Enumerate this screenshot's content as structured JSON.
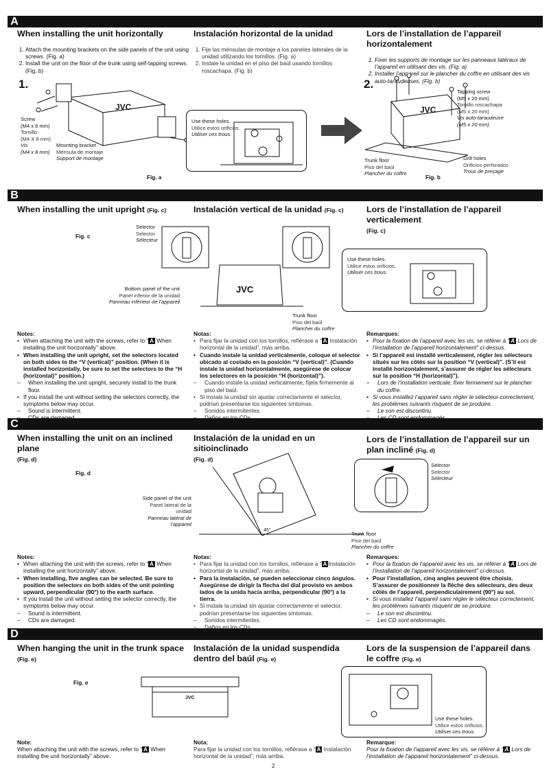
{
  "sections": {
    "A": {
      "badge": "A",
      "en": {
        "title": "When installing the unit horizontally",
        "s1": "Attach the mounting brackets on the side panels of the unit using screws. (Fig. a)",
        "s2": "Install the unit on the floor of the trunk using self-tapping screws. (Fig. b)"
      },
      "es": {
        "title": "Instalación horizontal de la unidad",
        "s1": "Fije las ménsulas de montaje a los paneles laterales de la unidad utilizando los tornillos. (Fig. a)",
        "s2": "Instale la unidad en el piso del baúl usando tornillos roscachapa. (Fig. b)"
      },
      "fr": {
        "title": "Lors de l’installation de l’appareil horizontalement",
        "s1": "Fixer les supports de montage sur les panneaux latéraux de l’appareil en utilisant des vis. (Fig. a)",
        "s2": "Installer l’appareil sur le plancher du coffre en utilisant des vis auto-taraudeuses. (Fig. b)"
      },
      "step1": "1.",
      "step2": "2.",
      "screw": {
        "en": "Screw",
        "size": "(M4 x 8 mm)",
        "es": "Tornillo",
        "es_size": "(M4 X 8 mm)",
        "fr": "Vis",
        "fr_size": "(M4 x 8 mm)"
      },
      "bracket": {
        "en": "Mounting bracket",
        "es": "Ménsula de montaje",
        "fr": "Support de montage"
      },
      "holes": {
        "en": "Use these holes.",
        "es": "Utilice estos orificios.",
        "fr": "Utiliser ces trous."
      },
      "tapping": {
        "en": "Tapping screw",
        "size": "(M5 x 20 mm)",
        "es": "Tornillo roscachapa",
        "es_size": "(M5 x 20 mm)",
        "fr": "Vis auto-taraudeuse",
        "fr_size": "(M5 x 20 mm)"
      },
      "floor": {
        "en": "Trunk floor",
        "es": "Piso del baúl",
        "fr": "Plancher du coffre"
      },
      "drill": {
        "en": "Drill holes",
        "es": "Orificios perforados",
        "fr": "Trous de preçage"
      },
      "fig_a": "Fig. a",
      "fig_b": "Fig. b"
    },
    "B": {
      "badge": "B",
      "en": {
        "title": "When installing the unit upright",
        "fig": "(Fig. c)"
      },
      "es": {
        "title": "Instalación vertical de la unidad",
        "fig": "(Fig. c)"
      },
      "fr": {
        "title": "Lors de l’installation de l’appareil verticalement",
        "fig": "(Fig. c)"
      },
      "fig_c": "Fig. c",
      "selector": {
        "en": "Selector",
        "es": "Selector",
        "fr": "Sélecteur"
      },
      "bottom": {
        "en": "Bottom panel of the unit",
        "es": "Panel inferior de la unidad",
        "fr": "Panneau inférieur de l’appareil"
      },
      "floor": {
        "en": "Trunk floor",
        "es": "Piso del baúl",
        "fr": "Plancher du coffre"
      },
      "holes": {
        "en": "Use these holes.",
        "es": "Utilice estos orificios.",
        "fr": "Utiliser ces trous."
      },
      "notes_en": {
        "head": "Notes:",
        "n1a": "When attaching the unit with the screws, refer to “",
        "n1b": " When installing the unit horizontally” above.",
        "n2": "When installing the unit upright, set the selectors located on both sides to the “V (vertical)” position. (When it is installed horizontally, be sure to set the selectors to the “H (horizontal)” position.)",
        "n2d": "When installing the unit upright, securely install to the trunk floor.",
        "n3": "If you install the unit without setting the selectors correctly, the symptoms below may occur.",
        "n3a": "Sound is intermittent.",
        "n3b": "CDs are damaged."
      },
      "notes_es": {
        "head": "Notas:",
        "n1a": "Para fijar la unidad con los tornillos, refiérase a “",
        "n1b": " Instalación horizontal de la unidad”, más arriba.",
        "n2": "Cuando instale la unidad verticalmente, coloque el selector ubicado al costado en la posición “V (vertical)”. (Cuando instale la unidad horizontalmente, asegúrese de colocar los selectores en la posición “H (horizontal)”).",
        "n2d": "Cuando instale la unidad verticalmente, fíjela firmemente al piso del baúl.",
        "n3": "Si instala la unidad sin ajustar correctamente el selector, podrían presentarse los siguientes síntomas.",
        "n3a": "Sonidos intermitentes.",
        "n3b": "Daños en los CDs."
      },
      "notes_fr": {
        "head": "Remarques:",
        "n1a": "Pour la fixation de l’appareil avec les vis, se référer à “",
        "n1b": " Lors de l’installation de l’appareil horizontalement” ci-dessus.",
        "n2": "Si l’appareil est installé verticalement, régler les sélecteurs situés sur les côtés sur la position “V (vertical)”. (S’il est installé horizontalement, s’assurer de régler les sélecteurs sur la position “H (horizontal)”).",
        "n2d": "Lors de l’installation verticale, fixer fermement sur le plancher du coffre.",
        "n3": "Si vous installez l’appareil sans régler le sélecteur correctement, les problèmes suivants risquent de se produire.",
        "n3a": "Le son est discontinu.",
        "n3b": "Les CD sont endommagés."
      }
    },
    "C": {
      "badge": "C",
      "en": {
        "title": "When installing the unit on an inclined plane",
        "fig": "(Fig. d)"
      },
      "es": {
        "title": "Instalación de la unidad en un sitioinclinado",
        "fig": "(Fig. d)"
      },
      "fr": {
        "title": "Lors de l’installation de l’appareil sur un plan incliné",
        "fig": "(Fig. d)"
      },
      "fig_d": "Fig. d",
      "side": {
        "en": "Side panel of the unit",
        "es": "Panel lateral de la unidad",
        "fr": "Panneau latéral de l’appareil"
      },
      "selector": {
        "en": "Selector",
        "es": "Selector",
        "fr": "Sélecteur"
      },
      "floor": {
        "en": "Trunk floor",
        "es": "Piso del baúl",
        "fr": "Plancher du coffre"
      },
      "angle": "45°",
      "notes_en": {
        "head": "Notes:",
        "n1a": "When attaching the unit with the screws, refer to “",
        "n1b": " When installing the unit horizontally” above.",
        "n2": "When installing, five angles can be selected. Be sure to position the selectors on both sides of the unit pointing upward, perpendicular (90°) to the earth surface.",
        "n3": "If you install the unit without setting the selector correctly, the symptoms below may occur.",
        "n3a": "Sound is intermittent.",
        "n3b": "CDs are damaged."
      },
      "notes_es": {
        "head": "Notas:",
        "n1a": "Para fijar la unidad con los tornillos, refiérase a “",
        "n1b": "Instalación horizontal de la unidad”, más arriba.",
        "n2": "Para la instalación, se pueden seleccionar cinco ángulos. Asegúrese de dirigir la flecha del dial provisto en ambos lados de la unida hacia arriba, perpendicular (90°) a la tierra.",
        "n3": "Si instala la unidad sin ajustar correctamente el selector, podrían presentarse los siguientes síntomas.",
        "n3a": "Sonidos intermitentes.",
        "n3b": "Daños en los CDs."
      },
      "notes_fr": {
        "head": "Remarques:",
        "n1a": "Pour la fixation de l’appareil avec les vis, se référer à “",
        "n1b": " Lors de l’installation de l’appareil horizontalement” ci-dessus.",
        "n2": "Pour l’installation, cinq angles peuvent être choisis. S’assurer de positionner la flèche des sélecteurs, des deux côtés de l’appareil, perpendiculairement (90°) au sol.",
        "n3": "Si vous installez l’appareil sans régler le sélecteur correctement, les problèmes suivants risquent de se produire.",
        "n3a": "Le son est discontinu.",
        "n3b": "Les CD sont endommagés."
      }
    },
    "D": {
      "badge": "D",
      "en": {
        "title": "When hanging the unit in the trunk space",
        "fig": "(Fig. e)"
      },
      "es": {
        "title": "Instalación de la unidad suspendida dentro del baúl",
        "fig": "(Fig. e)"
      },
      "fr": {
        "title": "Lors de la suspension de l’appareil dans le coffre",
        "fig": "(Fig. e)"
      },
      "fig_e": "Fig. e",
      "holes": {
        "en": "Use these holes.",
        "es": "Utilice estos orificios.",
        "fr": "Utiliser ces trous."
      },
      "note_en": {
        "head": "Note:",
        "a": "When attaching the unit with the screws, refer to “",
        "b": " When installing the unit horizontally” above."
      },
      "note_es": {
        "head": "Nota:",
        "a": "Para fijar la unidad con los tornillos, refiérase a “",
        "b": " Instalación horizontal de la unidad”, más arriba."
      },
      "note_fr": {
        "head": "Remarque:",
        "a": "Pour la fixation de l’appareil avec les vis, se référer à “",
        "b": " Lors de l’installation de l’appareil horizontalement” ci-dessus."
      }
    }
  },
  "ref_badge": "A",
  "jvc": "JVC",
  "page": "2"
}
